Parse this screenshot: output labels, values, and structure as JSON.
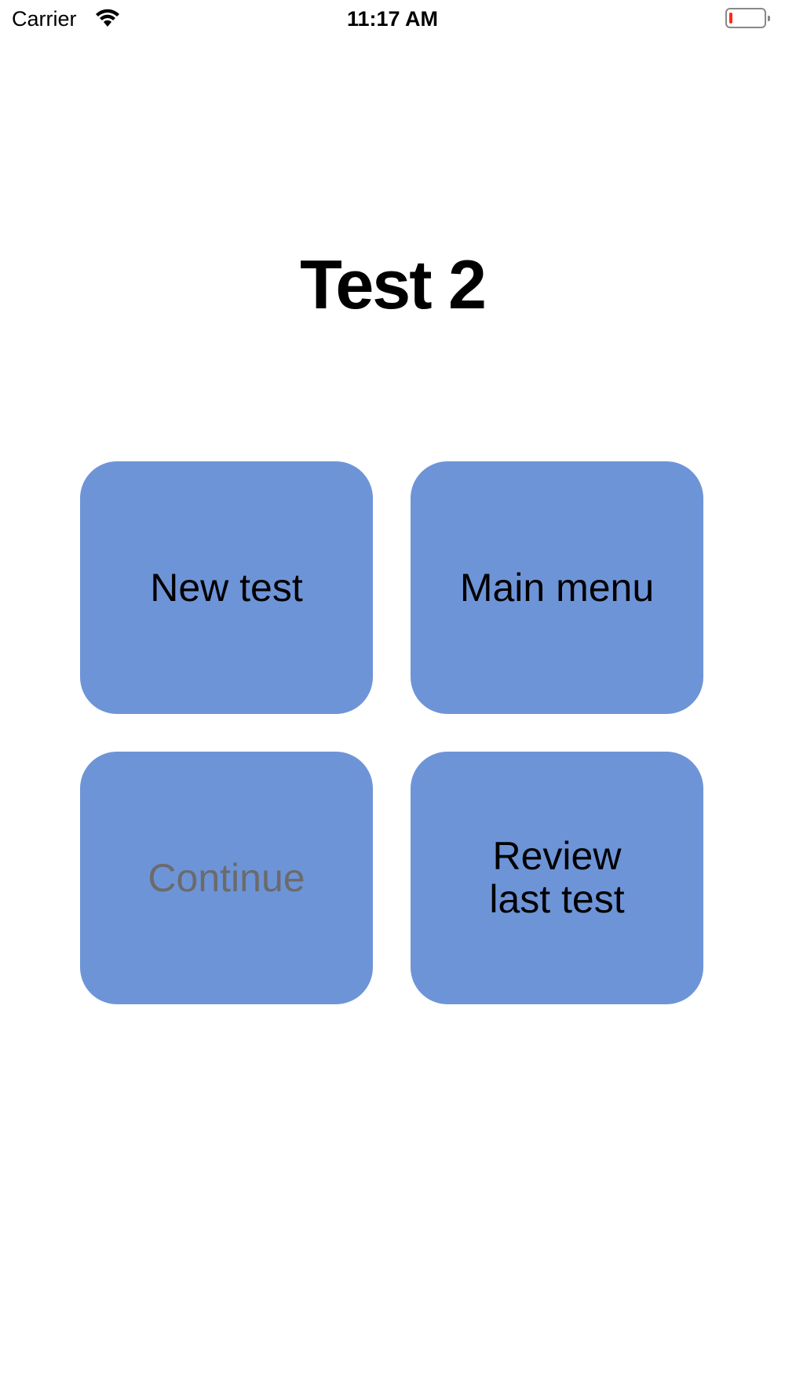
{
  "status_bar": {
    "carrier": "Carrier",
    "time": "11:17 AM",
    "battery_level": 0.05,
    "battery_color": "#ff2a1a"
  },
  "title": "Test 2",
  "buttons": {
    "new_test": "New test",
    "main_menu": "Main menu",
    "continue": "Continue",
    "review_line1": "Review",
    "review_line2": "last test"
  },
  "colors": {
    "button_bg": "#6e94d8",
    "disabled_text": "#6b6b6b"
  }
}
